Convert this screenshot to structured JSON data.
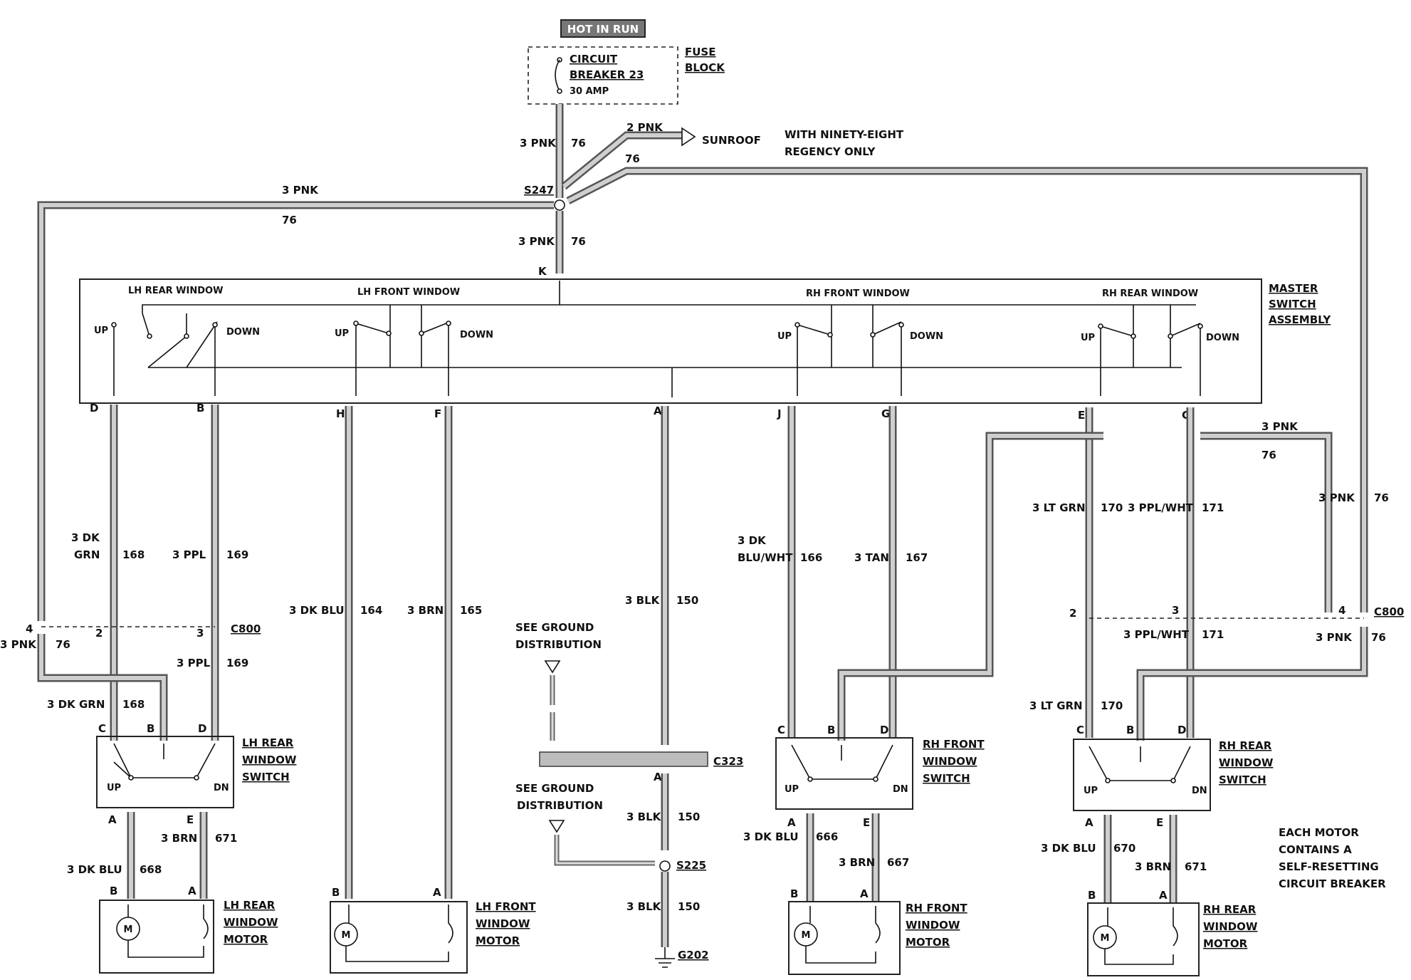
{
  "header": {
    "hot_label": "HOT IN RUN"
  },
  "fuse": {
    "breaker_line1": "CIRCUIT",
    "breaker_line2": "BREAKER 23",
    "amp": "30 AMP",
    "block_line1": "FUSE",
    "block_line2": "BLOCK"
  },
  "feed": {
    "top_gauge": "3 PNK",
    "top_circuit": "76",
    "sunroof_gauge": "2 PNK",
    "sunroof_label": "SUNROOF",
    "sunroof_circuit": "76",
    "note_line1": "WITH NINETY-EIGHT",
    "note_line2": "REGENCY ONLY",
    "splice": "S247",
    "left_gauge": "3 PNK",
    "left_circuit": "76",
    "down_gauge": "3 PNK",
    "down_circuit": "76",
    "k_pin": "K"
  },
  "master": {
    "title1": "MASTER",
    "title2": "SWITCH",
    "title3": "ASSEMBLY",
    "lh_rear": "LH REAR WINDOW",
    "lh_front": "LH FRONT WINDOW",
    "rh_front": "RH FRONT WINDOW",
    "rh_rear": "RH REAR WINDOW",
    "up": "UP",
    "down": "DOWN",
    "pins": [
      "D",
      "B",
      "H",
      "F",
      "A",
      "J",
      "G",
      "E",
      "C"
    ]
  },
  "wires": {
    "lh_rear_up": {
      "gauge1": "3 DK",
      "gauge2": "GRN",
      "circuit": "168"
    },
    "lh_rear_dn": {
      "gauge": "3 PPL",
      "circuit": "169"
    },
    "lh_front_up": {
      "gauge": "3 DK BLU",
      "circuit": "164"
    },
    "lh_front_dn": {
      "gauge": "3 BRN",
      "circuit": "165"
    },
    "ground": {
      "gauge": "3 BLK",
      "circuit": "150"
    },
    "rh_front_up": {
      "gauge1": "3 DK",
      "gauge2": "BLU/WHT",
      "circuit": "166"
    },
    "rh_front_dn": {
      "gauge": "3 TAN",
      "circuit": "167"
    },
    "rh_rear_up": {
      "gauge": "3 LT GRN",
      "circuit": "170"
    },
    "rh_rear_dn": {
      "gauge": "3 PPL/WHT",
      "circuit": "171"
    },
    "rh_feed": {
      "gauge": "3 PNK",
      "circuit": "76"
    },
    "far_right": {
      "gauge": "3 PNK",
      "circuit": "76"
    }
  },
  "connectors": {
    "c800_left": "C800",
    "c800_right": "C800",
    "left_pins": [
      "4",
      "2",
      "3"
    ],
    "right_pins": [
      "2",
      "3",
      "4"
    ],
    "left_pnk_gauge": "3 PNK",
    "left_pnk_circuit": "76",
    "lh_ppl_gauge": "3 PPL",
    "lh_ppl_circuit": "169",
    "lh_grn_gauge": "3 DK GRN",
    "lh_grn_circuit": "168",
    "rh_pplwht_gauge": "3 PPL/WHT",
    "rh_pplwht_circuit": "171",
    "rh_pnk_gauge": "3 PNK",
    "rh_pnk_circuit": "76",
    "rh_ltgrn_gauge": "3 LT GRN",
    "rh_ltgrn_circuit": "170"
  },
  "ground": {
    "see1": "SEE GROUND",
    "see2": "DISTRIBUTION",
    "c323": "C323",
    "s225": "S225",
    "g202": "G202",
    "pin_a": "A",
    "lower_gauge": "3 BLK",
    "lower_circuit": "150",
    "bottom_gauge": "3 BLK",
    "bottom_circuit": "150"
  },
  "switches": {
    "lh_rear": [
      "LH REAR",
      "WINDOW",
      "SWITCH"
    ],
    "rh_front": [
      "RH FRONT",
      "WINDOW",
      "SWITCH"
    ],
    "rh_rear": [
      "RH REAR",
      "WINDOW",
      "SWITCH"
    ],
    "up": "UP",
    "dn": "DN",
    "pins": [
      "C",
      "B",
      "D",
      "A",
      "E"
    ]
  },
  "motor_wires": {
    "lh_rear_a": {
      "gauge": "3 DK BLU",
      "circuit": "668"
    },
    "lh_rear_e": {
      "gauge": "3 BRN",
      "circuit": "671"
    },
    "rh_front_a": {
      "gauge": "3 DK BLU",
      "circuit": "666"
    },
    "rh_front_e": {
      "gauge": "3 BRN",
      "circuit": "667"
    },
    "rh_rear_a": {
      "gauge": "3 DK BLU",
      "circuit": "670"
    },
    "rh_rear_e": {
      "gauge": "3 BRN",
      "circuit": "671"
    }
  },
  "motors": {
    "lh_rear": [
      "LH REAR",
      "WINDOW",
      "MOTOR"
    ],
    "lh_front": [
      "LH FRONT",
      "WINDOW",
      "MOTOR"
    ],
    "rh_front": [
      "RH FRONT",
      "WINDOW",
      "MOTOR"
    ],
    "rh_rear": [
      "RH REAR",
      "WINDOW",
      "MOTOR"
    ],
    "m": "M",
    "pin_b": "B",
    "pin_a": "A"
  },
  "note": [
    "EACH MOTOR",
    "CONTAINS A",
    "SELF-RESETTING",
    "CIRCUIT BREAKER"
  ]
}
